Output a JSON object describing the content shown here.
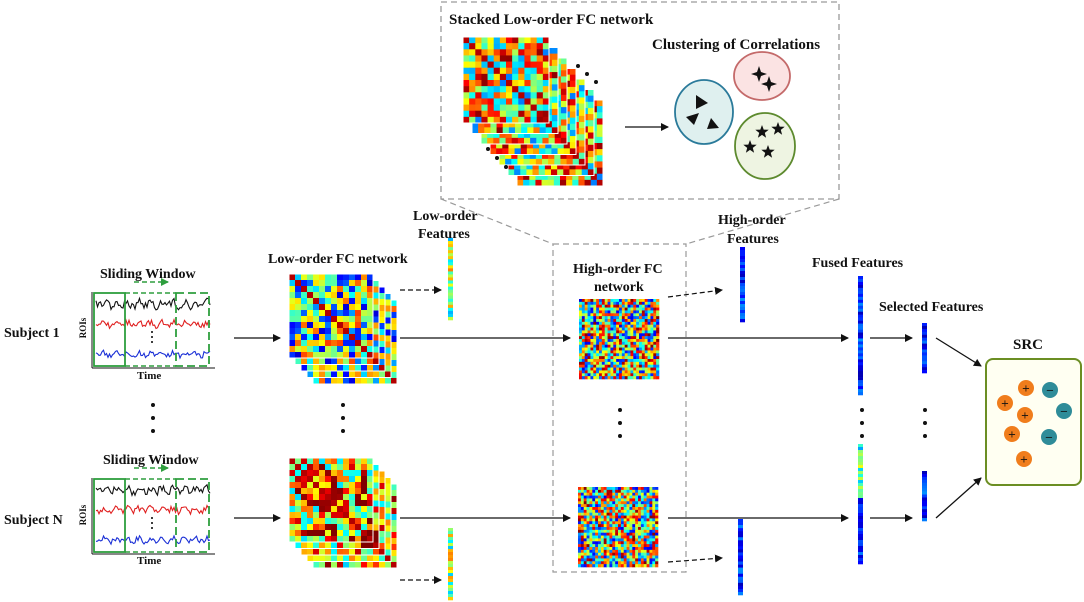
{
  "labels": {
    "stacked_low_order": "Stacked Low-order FC network",
    "clustering": "Clustering of Correlations",
    "low_order_features_1": "Low-order",
    "low_order_features_2": "Features",
    "high_order_features_1": "High-order",
    "high_order_features_2": "Features",
    "low_order_network": "Low-order FC network",
    "high_order_network_1": "High-order FC",
    "high_order_network_2": "network",
    "fused_features": "Fused Features",
    "selected_features": "Selected Features",
    "src": "SRC",
    "sliding_window_top": "Sliding Window",
    "sliding_window_bottom": "Sliding Window",
    "subject_1": "Subject  1",
    "subject_n": "Subject  N",
    "rois_top": "ROIs",
    "rois_bottom": "ROIs",
    "time_top": "Time",
    "time_bottom": "Time"
  },
  "src_symbols": {
    "plus": "+",
    "minus": "−"
  },
  "colors": {
    "window_green": "#2e9e3e",
    "signal_black": "#111111",
    "signal_red": "#e02020",
    "signal_blue": "#1a2fd6",
    "cluster_blue_fill": "#dff0ef",
    "cluster_blue_stroke": "#2a7a9a",
    "cluster_pink_fill": "#fbe3e3",
    "cluster_pink_stroke": "#c46a6a",
    "cluster_green_fill": "#eef4e2",
    "cluster_green_stroke": "#5d8a2e",
    "src_orange": "#f07d1c",
    "src_teal": "#2f8c99",
    "src_border": "#6b8e23"
  }
}
